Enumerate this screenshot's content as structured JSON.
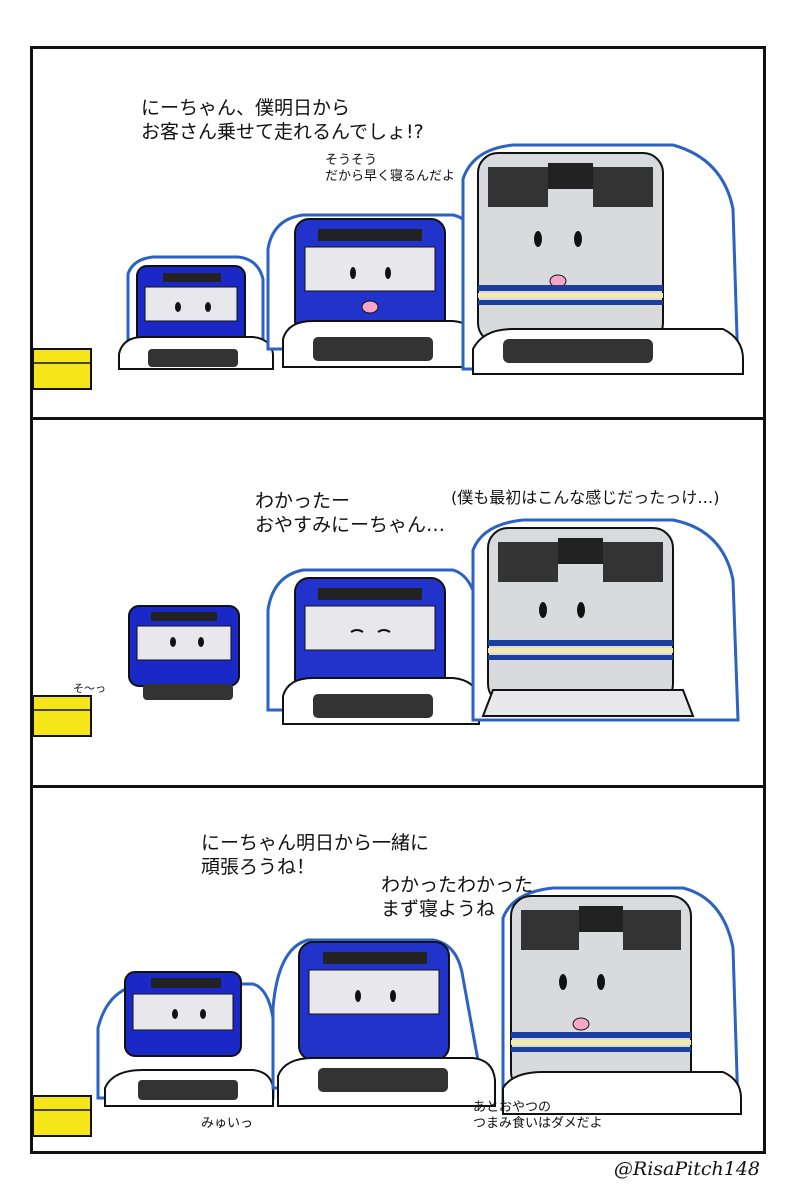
{
  "colors": {
    "e235_blue": "#1a28c8",
    "e217_blue": "#2233cc",
    "blanket_border": "#2b62c4",
    "silver_body": "#d9dadd",
    "pillow": "#ffffff",
    "lunchbox": "#f5e61a",
    "line_dark": "#111111",
    "stripe_blue": "#1c3f9e",
    "stripe_cream": "#f1e9b0"
  },
  "panel1": {
    "line1": "にーちゃん、僕明日から\nお客さん乗せて走れるんでしょ!?",
    "line2": "そうそう\nだから早く寝るんだよ"
  },
  "panel2": {
    "line1": "わかったー\nおやすみにーちゃん…",
    "line2": "(僕も最初はこんな感じだったっけ…)",
    "sfx": "そ〜っ"
  },
  "panel3": {
    "line1": "にーちゃん明日から一緒に\n頑張ろうね！",
    "line2": "わかったわかった\nまず寝ようね",
    "line3": "みゅいっ",
    "line4": "あとおやつの\nつまみ食いはダメだよ"
  },
  "credit": "@RisaPitch148"
}
